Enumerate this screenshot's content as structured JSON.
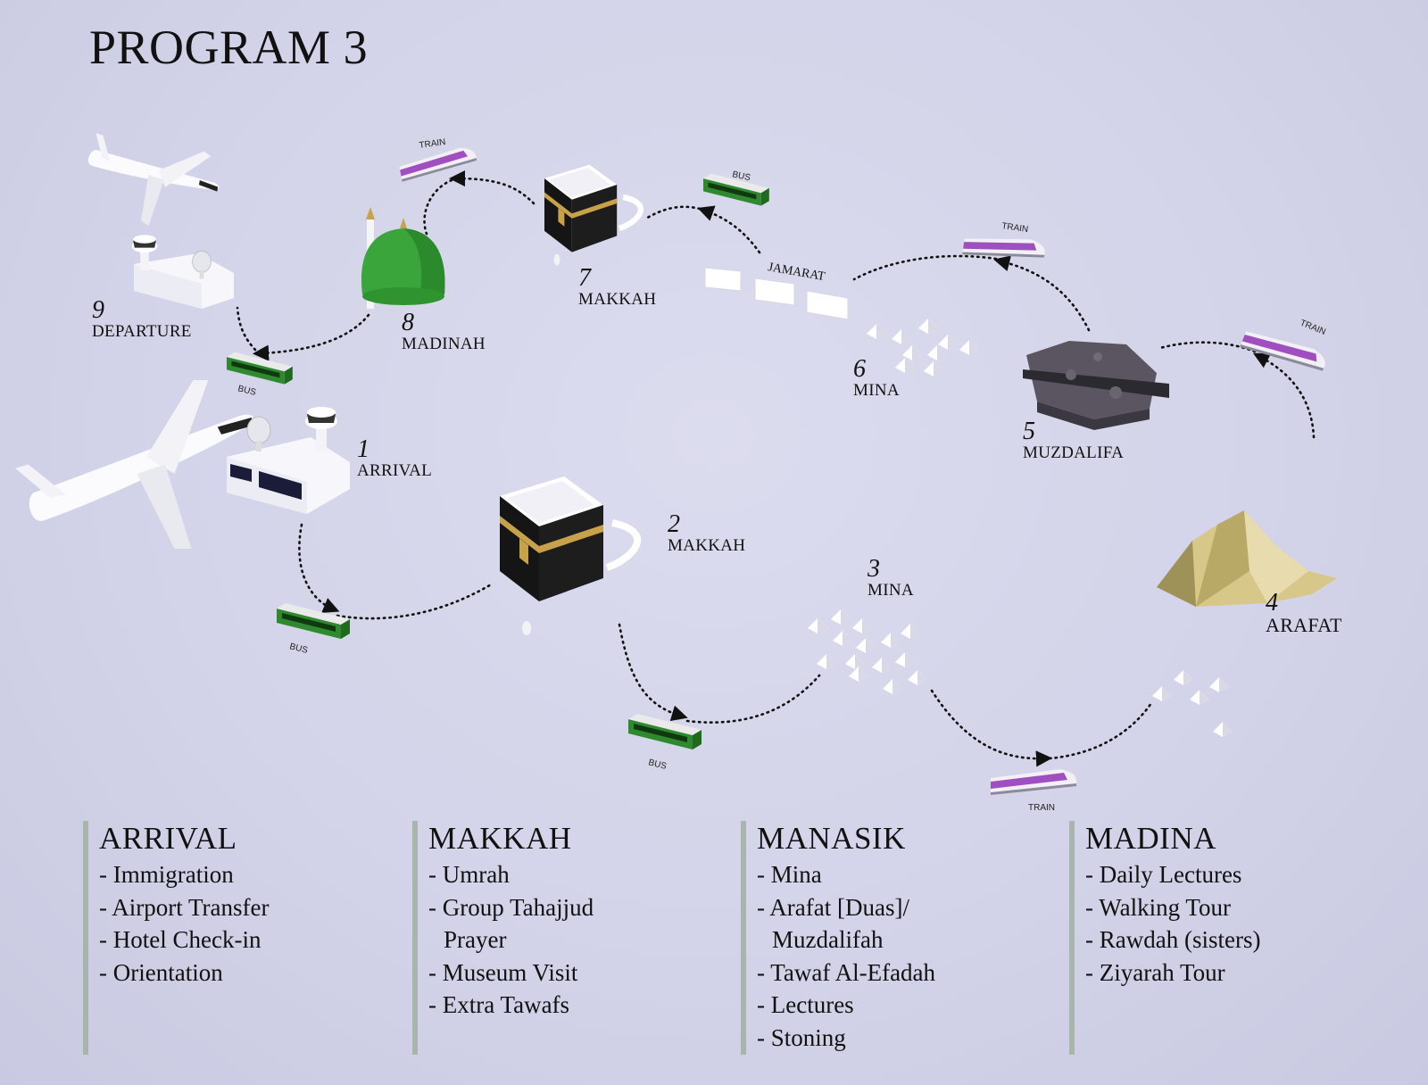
{
  "title": "PROGRAM 3",
  "stops": [
    {
      "num": "1",
      "name": "ARRIVAL"
    },
    {
      "num": "2",
      "name": "MAKKAH"
    },
    {
      "num": "3",
      "name": "MINA"
    },
    {
      "num": "4",
      "name": "ARAFAT"
    },
    {
      "num": "5",
      "name": "MUZDALIFA"
    },
    {
      "num": "6",
      "name": "MINA"
    },
    {
      "num": "7",
      "name": "MAKKAH"
    },
    {
      "num": "8",
      "name": "MADINAH"
    },
    {
      "num": "9",
      "name": "DEPARTURE"
    }
  ],
  "landmark_labels": {
    "jamarat": "JAMARAT"
  },
  "vehicle_labels": {
    "bus": "BUS",
    "train": "TRAIN"
  },
  "colors": {
    "bus": "#2f8a2f",
    "train": "#a04fc0",
    "dome": "#3aa53a",
    "kaaba": "#151515",
    "kaaba_band": "#c7a24a",
    "mountain": "#d7c88a",
    "rock": "#5a5560"
  },
  "columns": [
    {
      "heading": "ARRIVAL",
      "items": [
        "Immigration",
        "Airport Transfer",
        "Hotel Check-in",
        "Orientation"
      ]
    },
    {
      "heading": "MAKKAH",
      "items": [
        "Umrah",
        "Group Tahajjud Prayer",
        "Museum Visit",
        "Extra Tawafs"
      ]
    },
    {
      "heading": "MANASIK",
      "items": [
        "Mina",
        "Arafat [Duas]/ Muzdalifah",
        "Tawaf Al-Efadah",
        "Lectures",
        "Stoning"
      ]
    },
    {
      "heading": "MADINA",
      "items": [
        "Daily Lectures",
        "Walking Tour",
        "Rawdah (sisters)",
        "Ziyarah Tour"
      ]
    }
  ]
}
